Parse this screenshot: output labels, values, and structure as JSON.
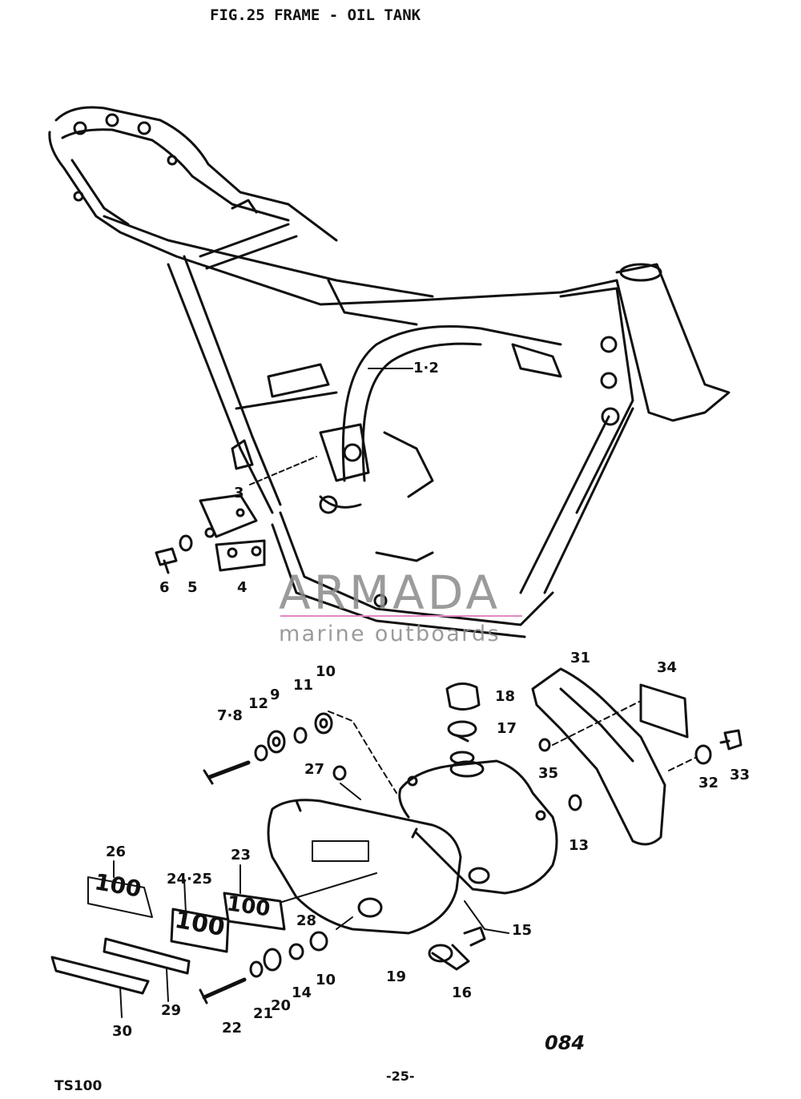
{
  "header": {
    "title": "FIG.25  FRAME - OIL TANK"
  },
  "footer": {
    "model": "TS100",
    "page": "-25-",
    "ref": "084"
  },
  "watermark": {
    "name": "ARMADA",
    "tagline": "marine outboards",
    "accent_color": "#e08ac0"
  },
  "callouts": {
    "c1_2": "1·2",
    "c3": "3",
    "c4": "4",
    "c5": "5",
    "c6": "6",
    "c7_8": "7·8",
    "c9": "9",
    "c10a": "10",
    "c10b": "10",
    "c11": "11",
    "c12": "12",
    "c13": "13",
    "c14": "14",
    "c15": "15",
    "c16": "16",
    "c17": "17",
    "c18": "18",
    "c19": "19",
    "c20": "20",
    "c21": "21",
    "c22": "22",
    "c23": "23",
    "c24_25": "24·25",
    "c26": "26",
    "c27": "27",
    "c28": "28",
    "c29": "29",
    "c30": "30",
    "c31": "31",
    "c32": "32",
    "c33": "33",
    "c34": "34",
    "c35": "35"
  },
  "emblems": {
    "badge_text": "100"
  }
}
